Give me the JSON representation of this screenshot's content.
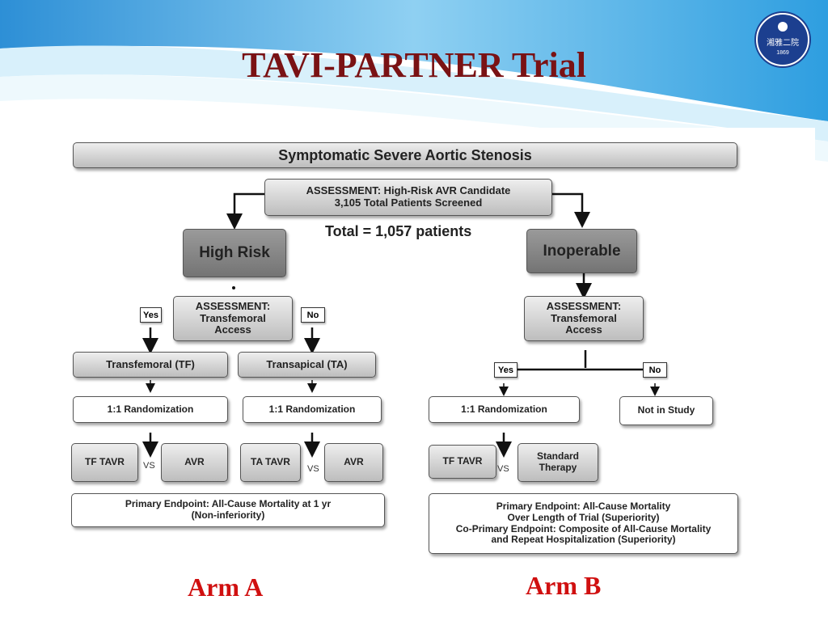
{
  "title": "TAVI-PARTNER Trial",
  "logo": {
    "text": "湘雅二院",
    "year": "1869"
  },
  "flow": {
    "top": "Symptomatic Severe Aortic Stenosis",
    "assessment_line1": "ASSESSMENT: High-Risk AVR Candidate",
    "assessment_line2": "3,105 Total Patients Screened",
    "total": "Total = 1,057 patients",
    "high_risk": "High Risk",
    "inoperable": "Inoperable",
    "tf_assess_left": "ASSESSMENT:\nTransfemoral\nAccess",
    "tf_assess_right": "ASSESSMENT:\nTransfemoral\nAccess",
    "yes": "Yes",
    "no": "No",
    "transfemoral": "Transfemoral (TF)",
    "transapical": "Transapical (TA)",
    "randomization": "1:1 Randomization",
    "not_in_study": "Not in Study",
    "tf_tavr": "TF TAVR",
    "ta_tavr": "TA TAVR",
    "avr": "AVR",
    "vs": "VS",
    "standard_therapy": "Standard\nTherapy",
    "endpoint_a_line1": "Primary Endpoint: All-Cause Mortality at 1 yr",
    "endpoint_a_line2": "(Non-inferiority)",
    "endpoint_b_line1": "Primary Endpoint: All-Cause Mortality",
    "endpoint_b_line2": "Over Length of Trial (Superiority)",
    "endpoint_b_line3": "Co-Primary Endpoint: Composite of All-Cause Mortality",
    "endpoint_b_line4": "and Repeat Hospitalization (Superiority)"
  },
  "arm_a": "Arm A",
  "arm_b": "Arm B",
  "colors": {
    "title": "#7a1214",
    "arm_labels": "#d01010",
    "background_wave": "#2f9fdc"
  }
}
